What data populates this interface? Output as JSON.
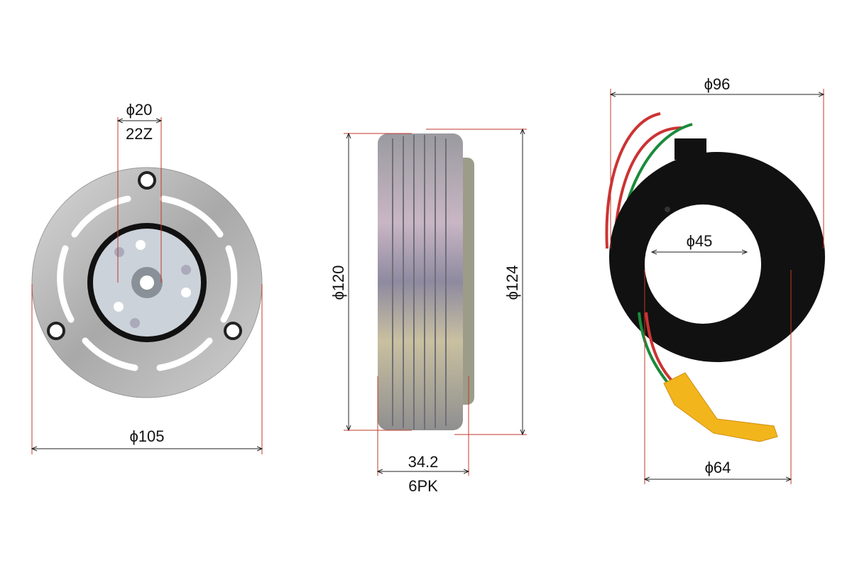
{
  "hub_plate": {
    "shaft_diameter": "ϕ20",
    "spline": "22Z",
    "outer_diameter": "ϕ105"
  },
  "pulley": {
    "outer_diameter": "ϕ120",
    "flange_diameter": "ϕ124",
    "width": "34.2",
    "groove_type": "6PK"
  },
  "coil": {
    "outer_diameter": "ϕ96",
    "inner_diameter": "ϕ45",
    "bore_diameter": "ϕ64"
  },
  "colors": {
    "dimension_extension": "#c0392b",
    "dimension_line": "#222222",
    "metal": "#b9b9b9",
    "coil_body": "#111111",
    "connector": "#f2b51c"
  }
}
